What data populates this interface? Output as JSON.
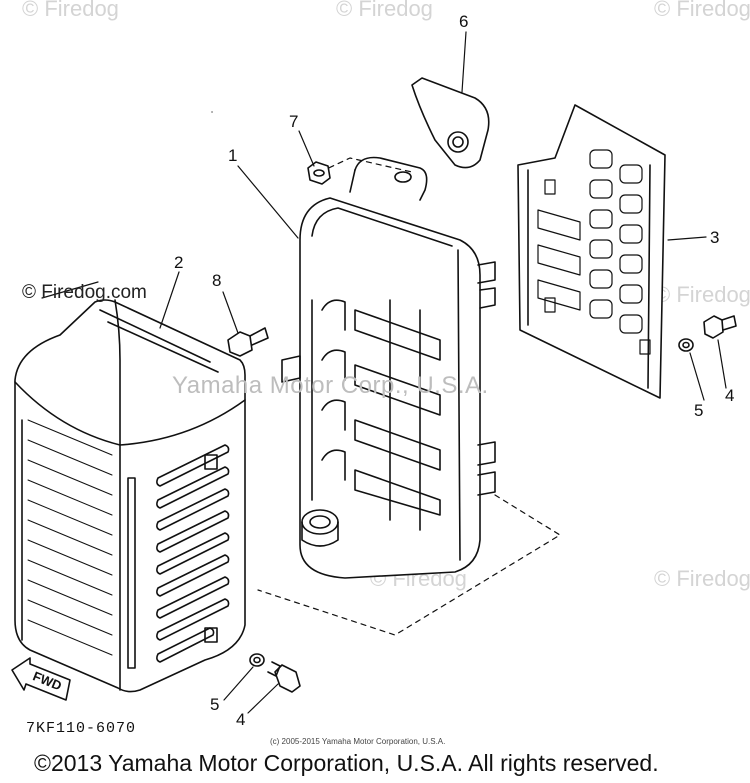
{
  "watermarks": {
    "firedog": "© Firedog.com",
    "firedog_short": "© Firedog",
    "center": "Yamaha Motor Corp., U.S.A."
  },
  "labels": {
    "site": "© Firedog.com",
    "diagram_code": "7KF110-6070",
    "fwd": "FWD",
    "small_copyright": "(c) 2005-2015 Yamaha Motor Corporation, U.S.A.",
    "copyright": "©2013 Yamaha Motor Corporation, U.S.A. All rights reserved."
  },
  "callouts": [
    "1",
    "2",
    "3",
    "4",
    "4",
    "5",
    "5",
    "6",
    "7",
    "8"
  ]
}
